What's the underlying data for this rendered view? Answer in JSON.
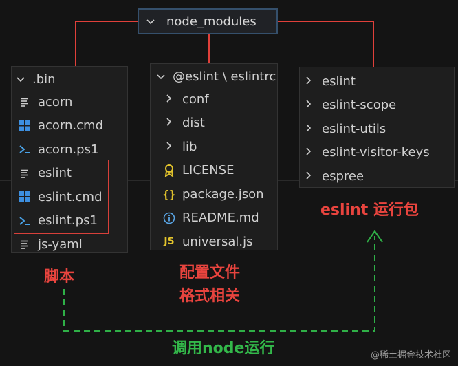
{
  "root": {
    "label": "node_modules"
  },
  "bin_panel": {
    "title": ".bin",
    "items": [
      {
        "label": "acorn",
        "icon": "lines-icon"
      },
      {
        "label": "acorn.cmd",
        "icon": "windows-icon"
      },
      {
        "label": "acorn.ps1",
        "icon": "powershell-icon"
      },
      {
        "label": "eslint",
        "icon": "lines-icon"
      },
      {
        "label": "eslint.cmd",
        "icon": "windows-icon"
      },
      {
        "label": "eslint.ps1",
        "icon": "powershell-icon"
      },
      {
        "label": "js-yaml",
        "icon": "lines-icon"
      }
    ]
  },
  "eslintrc_panel": {
    "title": "@eslint \\ eslintrc",
    "items": [
      {
        "label": "conf",
        "type": "folder"
      },
      {
        "label": "dist",
        "type": "folder"
      },
      {
        "label": "lib",
        "type": "folder"
      },
      {
        "label": "LICENSE",
        "icon": "license-icon"
      },
      {
        "label": "package.json",
        "icon": "braces-icon"
      },
      {
        "label": "README.md",
        "icon": "info-icon"
      },
      {
        "label": "universal.js",
        "icon": "js-icon"
      }
    ]
  },
  "eslint_panel": {
    "items": [
      "eslint",
      "eslint-scope",
      "eslint-utils",
      "eslint-visitor-keys",
      "espree"
    ]
  },
  "captions": {
    "script": "脚本",
    "config_line1": "配置文件",
    "config_line2": "格式相关",
    "runtime": "eslint 运行包",
    "call_node": "调用node运行"
  },
  "watermark": "@稀土掘金技术社区",
  "colors": {
    "red": "#e8443e",
    "green": "#33b84a",
    "accent_blue": "#35506c",
    "js_yellow": "#e2c32c",
    "ms_blue": "#3d8fe0"
  }
}
